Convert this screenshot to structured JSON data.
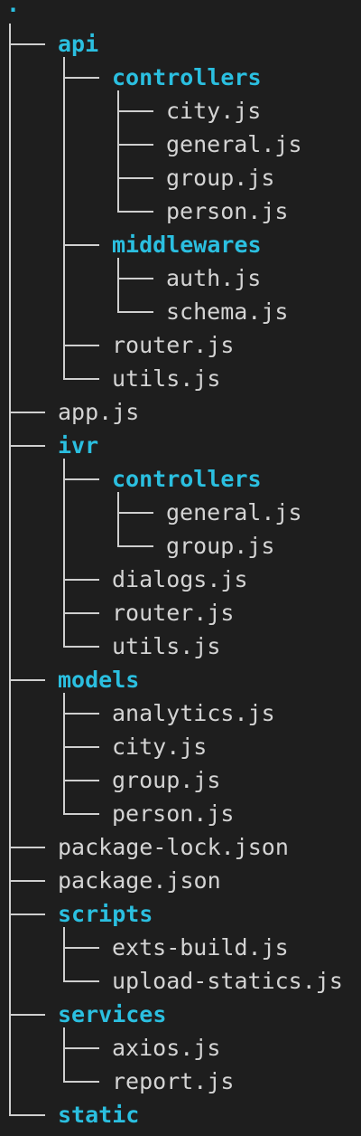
{
  "root_label": ".",
  "colors": {
    "directory": "#2bbfe0",
    "file": "#d4d4d4",
    "guide": "#cfcfcf",
    "background": "#1e1e1e"
  },
  "rows": [
    {
      "name": "api",
      "type": "dir",
      "depth": 1,
      "last": false
    },
    {
      "name": "controllers",
      "type": "dir",
      "depth": 2,
      "last": false
    },
    {
      "name": "city.js",
      "type": "file",
      "depth": 3,
      "last": false
    },
    {
      "name": "general.js",
      "type": "file",
      "depth": 3,
      "last": false
    },
    {
      "name": "group.js",
      "type": "file",
      "depth": 3,
      "last": false
    },
    {
      "name": "person.js",
      "type": "file",
      "depth": 3,
      "last": true
    },
    {
      "name": "middlewares",
      "type": "dir",
      "depth": 2,
      "last": false
    },
    {
      "name": "auth.js",
      "type": "file",
      "depth": 3,
      "last": false
    },
    {
      "name": "schema.js",
      "type": "file",
      "depth": 3,
      "last": true
    },
    {
      "name": "router.js",
      "type": "file",
      "depth": 2,
      "last": false
    },
    {
      "name": "utils.js",
      "type": "file",
      "depth": 2,
      "last": true
    },
    {
      "name": "app.js",
      "type": "file",
      "depth": 1,
      "last": false
    },
    {
      "name": "ivr",
      "type": "dir",
      "depth": 1,
      "last": false
    },
    {
      "name": "controllers",
      "type": "dir",
      "depth": 2,
      "last": false
    },
    {
      "name": "general.js",
      "type": "file",
      "depth": 3,
      "last": false
    },
    {
      "name": "group.js",
      "type": "file",
      "depth": 3,
      "last": true
    },
    {
      "name": "dialogs.js",
      "type": "file",
      "depth": 2,
      "last": false
    },
    {
      "name": "router.js",
      "type": "file",
      "depth": 2,
      "last": false
    },
    {
      "name": "utils.js",
      "type": "file",
      "depth": 2,
      "last": true
    },
    {
      "name": "models",
      "type": "dir",
      "depth": 1,
      "last": false
    },
    {
      "name": "analytics.js",
      "type": "file",
      "depth": 2,
      "last": false
    },
    {
      "name": "city.js",
      "type": "file",
      "depth": 2,
      "last": false
    },
    {
      "name": "group.js",
      "type": "file",
      "depth": 2,
      "last": false
    },
    {
      "name": "person.js",
      "type": "file",
      "depth": 2,
      "last": true
    },
    {
      "name": "package-lock.json",
      "type": "file",
      "depth": 1,
      "last": false
    },
    {
      "name": "package.json",
      "type": "file",
      "depth": 1,
      "last": false
    },
    {
      "name": "scripts",
      "type": "dir",
      "depth": 1,
      "last": false
    },
    {
      "name": "exts-build.js",
      "type": "file",
      "depth": 2,
      "last": false
    },
    {
      "name": "upload-statics.js",
      "type": "file",
      "depth": 2,
      "last": true
    },
    {
      "name": "services",
      "type": "dir",
      "depth": 1,
      "last": false
    },
    {
      "name": "axios.js",
      "type": "file",
      "depth": 2,
      "last": false
    },
    {
      "name": "report.js",
      "type": "file",
      "depth": 2,
      "last": true
    },
    {
      "name": "static",
      "type": "dir",
      "depth": 1,
      "last": true
    }
  ]
}
